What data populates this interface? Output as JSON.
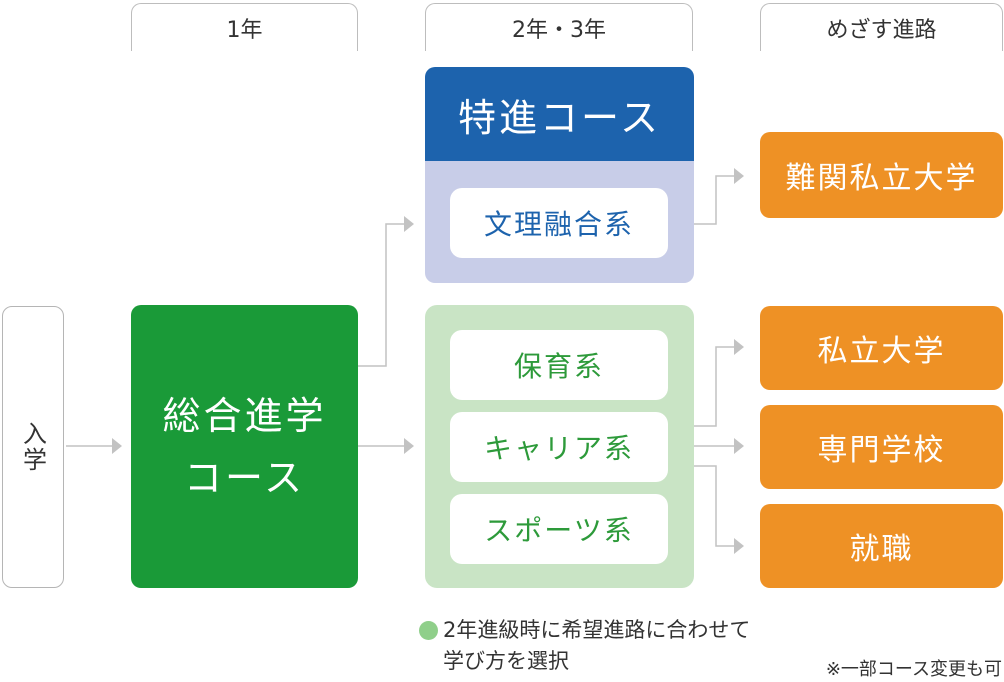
{
  "headers": {
    "year1": "1年",
    "year23": "2年・3年",
    "goal": "めざす進路"
  },
  "entry": {
    "label": "入学"
  },
  "general_course": {
    "line1": "総合進学",
    "line2": "コース"
  },
  "special_course": {
    "title": "特進コース",
    "tracks": [
      "文理融合系"
    ]
  },
  "general_tracks": [
    "保育系",
    "キャリア系",
    "スポーツ系"
  ],
  "destinations": [
    "難関私立大学",
    "私立大学",
    "専門学校",
    "就職"
  ],
  "note": {
    "line1": "2年進級時に希望進路に合わせて",
    "line2": "学び方を選択"
  },
  "footnote": "※一部コース変更も可",
  "colors": {
    "general_green": "#1a9a38",
    "special_blue": "#1d63ad",
    "special_body": "#c8cde8",
    "green_panel": "#c9e4c5",
    "green_text": "#2d9a3a",
    "blue_text": "#1d63ad",
    "orange": "#ee9125",
    "arrow_gray": "#c2c2c2",
    "note_dot": "#8fcf8a"
  },
  "icons": {
    "arrow": "arrow-right-icon",
    "bullet": "circle-bullet-icon"
  }
}
